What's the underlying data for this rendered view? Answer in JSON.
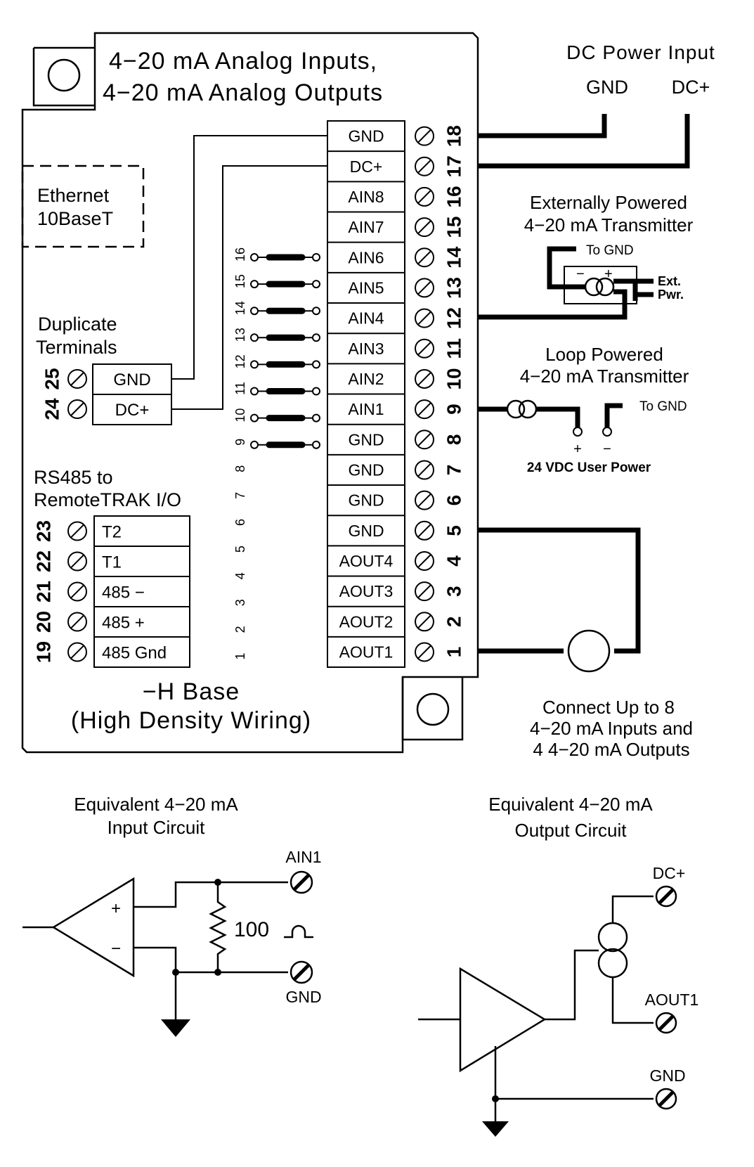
{
  "header": {
    "line1": "4−20  mA  Analog  Inputs,",
    "line2": "4−20  mA  Analog  Outputs"
  },
  "power": {
    "title": "DC  Power  Input",
    "gnd": "GND",
    "dcplus": "DC+"
  },
  "ethernet": {
    "line1": "Ethernet",
    "line2": "10BaseT"
  },
  "duplicate": {
    "line1": "Duplicate",
    "line2": "Terminals",
    "terminals": [
      {
        "num": "25",
        "label": "GND"
      },
      {
        "num": "24",
        "label": "DC+"
      }
    ]
  },
  "rs485": {
    "line1": "RS485  to",
    "line2": "RemoteTRAK  I/O",
    "terminals": [
      {
        "num": "23",
        "label": "T2"
      },
      {
        "num": "22",
        "label": "T1"
      },
      {
        "num": "21",
        "label": "485  −"
      },
      {
        "num": "20",
        "label": "485  +"
      },
      {
        "num": "19",
        "label": "485  Gnd"
      }
    ]
  },
  "terminal_block": [
    {
      "num": "18",
      "label": "GND"
    },
    {
      "num": "17",
      "label": "DC+"
    },
    {
      "num": "16",
      "label": "AIN8"
    },
    {
      "num": "15",
      "label": "AIN7"
    },
    {
      "num": "14",
      "label": "AIN6"
    },
    {
      "num": "13",
      "label": "AIN5"
    },
    {
      "num": "12",
      "label": "AIN4"
    },
    {
      "num": "11",
      "label": "AIN3"
    },
    {
      "num": "10",
      "label": "AIN2"
    },
    {
      "num": "9",
      "label": "AIN1"
    },
    {
      "num": "8",
      "label": "GND"
    },
    {
      "num": "7",
      "label": "GND"
    },
    {
      "num": "6",
      "label": "GND"
    },
    {
      "num": "5",
      "label": "GND"
    },
    {
      "num": "4",
      "label": "AOUT4"
    },
    {
      "num": "3",
      "label": "AOUT3"
    },
    {
      "num": "2",
      "label": "AOUT2"
    },
    {
      "num": "1",
      "label": "AOUT1"
    }
  ],
  "jumpers": [
    "16",
    "15",
    "14",
    "13",
    "12",
    "11",
    "10",
    "9",
    "8",
    "7",
    "6",
    "5",
    "4",
    "3",
    "2",
    "1"
  ],
  "base": {
    "line1": "−H  Base",
    "line2": "(High  Density  Wiring)"
  },
  "ext_tx": {
    "line1": "Externally  Powered",
    "line2": "4−20  mA  Transmitter",
    "to_gnd": "To  GND",
    "ext": "Ext.",
    "pwr": "Pwr.",
    "minus": "−",
    "plus": "+"
  },
  "loop_tx": {
    "line1": "Loop  Powered",
    "line2": "4−20  mA  Transmitter",
    "to_gnd": "To  GND",
    "plus": "+",
    "minus": "−",
    "user_power": "24  VDC  User  Power"
  },
  "connect": {
    "line1": "Connect  Up  to  8",
    "line2": "4−20  mA  Inputs  and",
    "line3": "4  4−20  mA  Outputs"
  },
  "input_circuit": {
    "line1": "Equivalent  4−20  mA",
    "line2": "Input  Circuit",
    "ain1": "AIN1",
    "gnd": "GND",
    "resistor": "100",
    "plus": "+",
    "minus": "−"
  },
  "output_circuit": {
    "line1": "Equivalent  4−20  mA",
    "line2": "Output  Circuit",
    "dcplus": "DC+",
    "aout1": "AOUT1",
    "gnd": "GND"
  }
}
